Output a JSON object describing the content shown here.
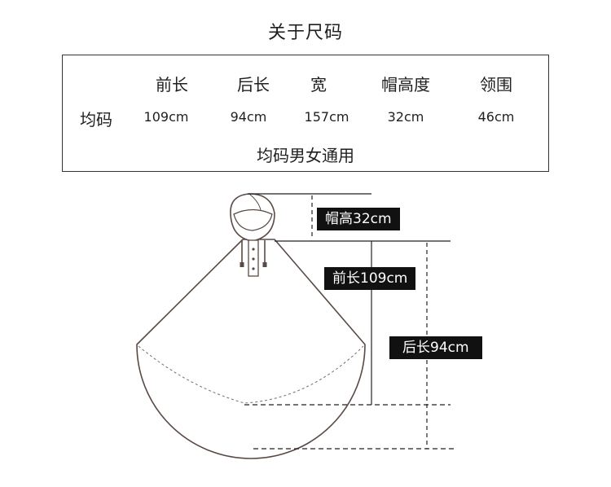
{
  "title": "关于尺码",
  "size_table": {
    "row_label": "均码",
    "headers": [
      "前长",
      "后长",
      "宽",
      "帽高度",
      "领围"
    ],
    "values": [
      "109cm",
      "94cm",
      "157cm",
      "32cm",
      "46cm"
    ],
    "note": "均码男女通用"
  },
  "diagram": {
    "labels": {
      "hood_height": "帽高32cm",
      "front_length": "前长109cm",
      "back_length": "后长94cm"
    }
  }
}
